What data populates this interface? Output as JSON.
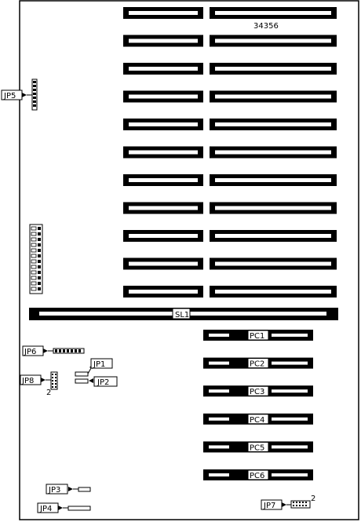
{
  "board": {
    "part_number": "34356",
    "colors": {
      "ink": "#000000",
      "paper": "#ffffff"
    },
    "simm_rows": 11,
    "simm_columns": 2,
    "slot": {
      "label": "SL1"
    },
    "pc_slots": [
      "PC1",
      "PC2",
      "PC3",
      "PC4",
      "PC5",
      "PC6"
    ],
    "jumpers": {
      "jp1": "JP1",
      "jp2": "JP2",
      "jp3": "JP3",
      "jp4": "JP4",
      "jp5": "JP5",
      "jp6": "JP6",
      "jp7": "JP7",
      "jp8": "JP8"
    },
    "pin_markers": {
      "jp7_pin": "2",
      "jp8_pin": "2"
    }
  }
}
